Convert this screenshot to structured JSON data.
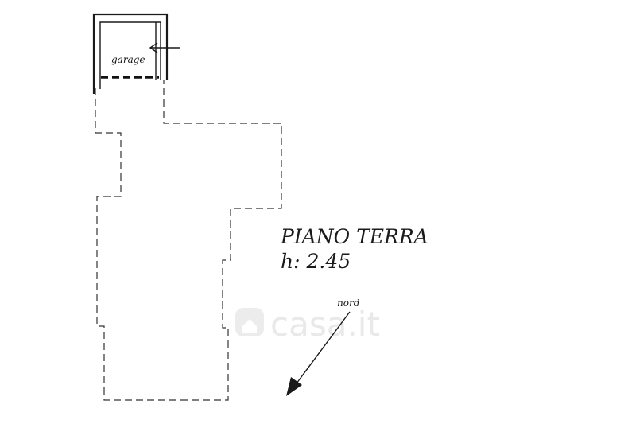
{
  "plan": {
    "room_label": "garage",
    "floor_title": "PIANO TERRA",
    "height_label": "h: 2.45",
    "north_label": "nord"
  },
  "watermark": {
    "text": "casa.it"
  },
  "colors": {
    "line": "#1a1a1a",
    "background": "#ffffff",
    "watermark": "#e9e9e9"
  }
}
